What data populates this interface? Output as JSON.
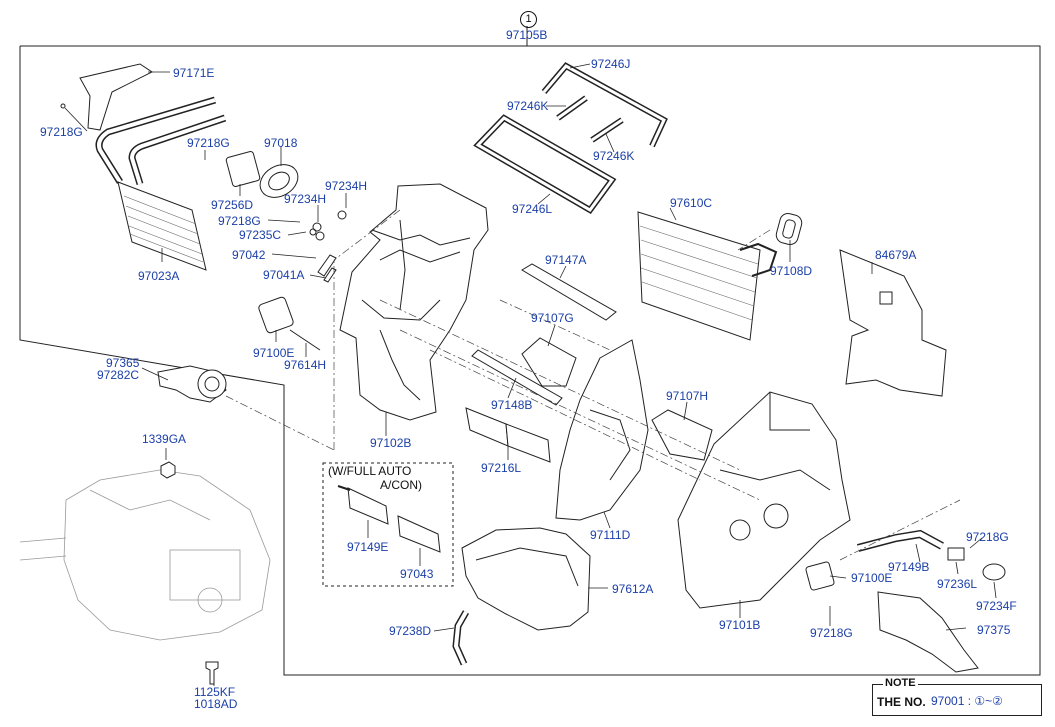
{
  "assembly": {
    "circle_no": "1",
    "part_no": "97105B"
  },
  "parts": {
    "p97171E": "97171E",
    "p97218G_a": "97218G",
    "p97218G_b": "97218G",
    "p97018": "97018",
    "p97234H_a": "97234H",
    "p97234H_b": "97234H",
    "p97256D": "97256D",
    "p97218G_c": "97218G",
    "p97235C": "97235C",
    "p97042": "97042",
    "p97041A": "97041A",
    "p97023A": "97023A",
    "p97100E_a": "97100E",
    "p97614H": "97614H",
    "p97365": "97365",
    "p97282C": "97282C",
    "p97246J": "97246J",
    "p97246K_a": "97246K",
    "p97246K_b": "97246K",
    "p97246L": "97246L",
    "p97610C": "97610C",
    "p97108D": "97108D",
    "p84679A": "84679A",
    "p97147A": "97147A",
    "p97107G": "97107G",
    "p97148B": "97148B",
    "p97102B": "97102B",
    "p97216L": "97216L",
    "p97107H": "97107H",
    "p97111D": "97111D",
    "p97101B": "97101B",
    "p97149B": "97149B",
    "p97218G_d": "97218G",
    "p97100E_b": "97100E",
    "p97236L": "97236L",
    "p97234F": "97234F",
    "p97218G_e": "97218G",
    "p97375": "97375",
    "p97612A": "97612A",
    "p97238D": "97238D",
    "p97149E": "97149E",
    "p97043": "97043",
    "p1339GA": "1339GA",
    "p1125KF": "1125KF",
    "p1018AD": "1018AD"
  },
  "option_box": {
    "line1": "(W/FULL AUTO",
    "line2": "A/CON)"
  },
  "note": {
    "tag": "NOTE",
    "label": "THE NO.",
    "value": "97001 : ①~②"
  },
  "colors": {
    "label_blue": "#1b3fa8",
    "line": "#222222"
  }
}
